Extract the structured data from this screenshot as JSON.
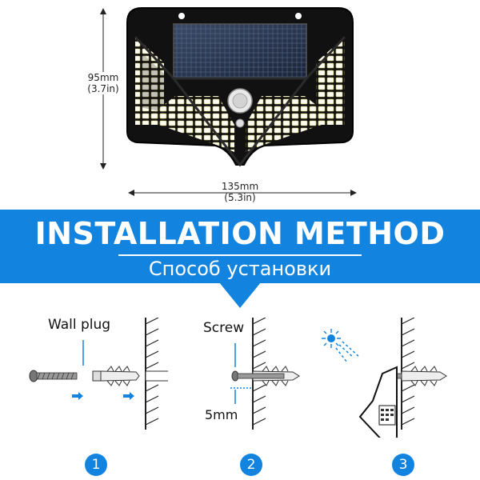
{
  "dimensions": {
    "height_mm": "95mm",
    "height_in": "(3.7in)",
    "width_mm": "135mm",
    "width_in": "(5.3in)"
  },
  "banner": {
    "title": "INSTALLATION METHOD",
    "subtitle": "Способ установки",
    "color": "#1284e0"
  },
  "steps": [
    {
      "number": "1",
      "label": "Wall plug"
    },
    {
      "number": "2",
      "label": "Screw",
      "note": "5mm"
    },
    {
      "number": "3"
    }
  ]
}
